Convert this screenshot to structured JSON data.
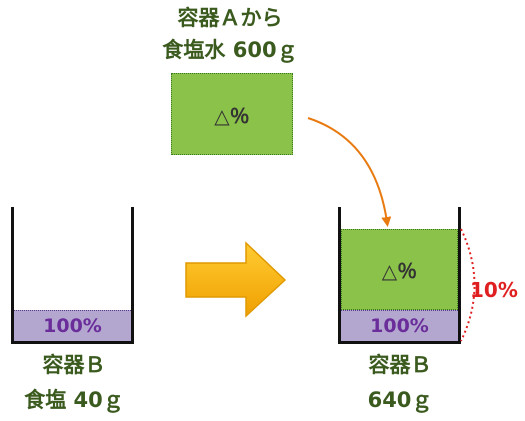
{
  "top_label": {
    "line1": "容器Ａから",
    "line2": "食塩水 600ｇ"
  },
  "floating_box": {
    "text": "△％"
  },
  "left_container": {
    "fill_text": "100%",
    "label_line1": "容器Ｂ",
    "label_line2": "食塩 40ｇ"
  },
  "right_container": {
    "upper_text": "△％",
    "lower_text": "100%",
    "label_line1": "容器Ｂ",
    "label_line2": "640ｇ",
    "bracket_label": "10%"
  },
  "colors": {
    "label_green": "#3a5a1e",
    "solution_green": "#8bc34a",
    "salt_purple": "#b3a7cf",
    "purple_text": "#6a2d9a",
    "arrow_orange": "#f5a800",
    "curve_orange": "#e87a10",
    "percent_red": "#e02020"
  }
}
